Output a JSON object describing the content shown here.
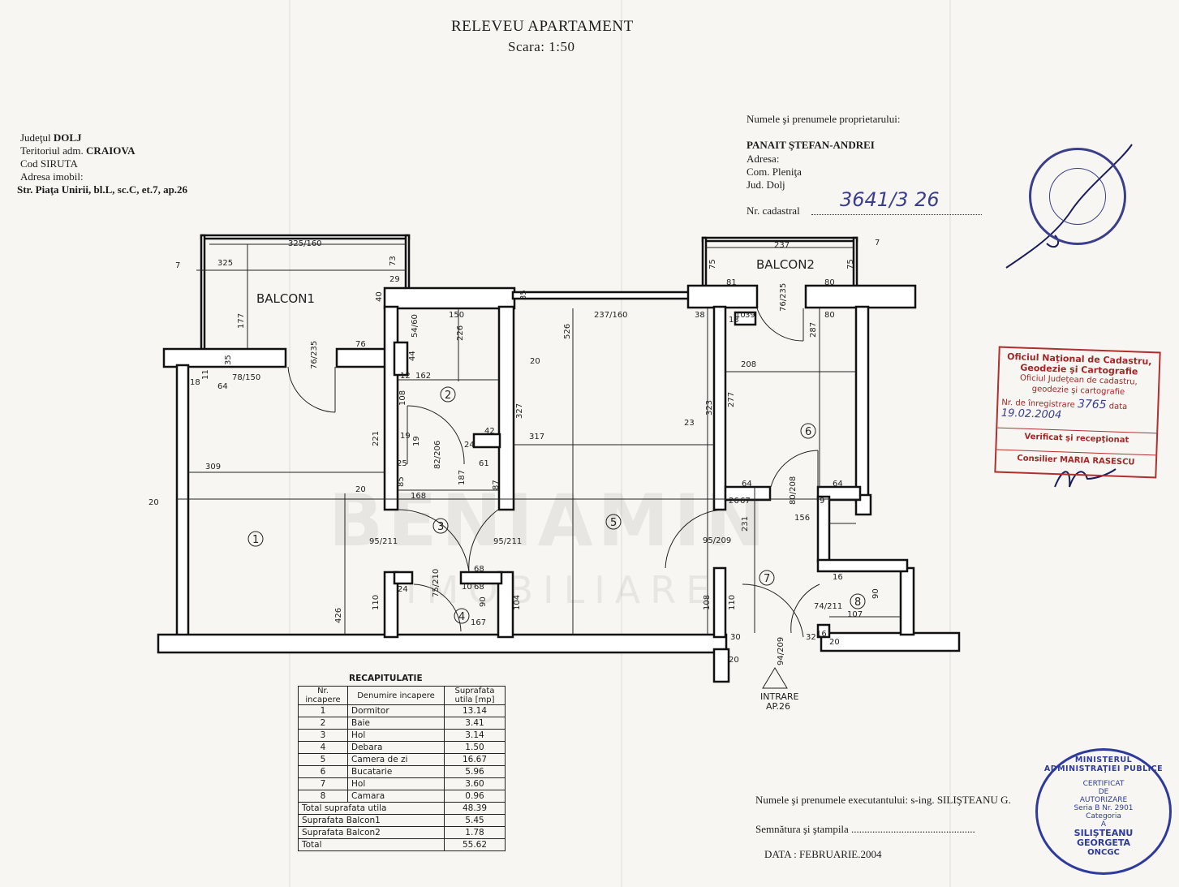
{
  "header": {
    "title": "RELEVEU APARTAMENT",
    "scale": "Scara:  1:50"
  },
  "location": {
    "judet_label": "Judeţul",
    "judet": "DOLJ",
    "teritoriu_label": "Teritoriul adm.",
    "teritoriu": "CRAIOVA",
    "siruta": "Cod SIRUTA",
    "adresa_label": "Adresa imobil:",
    "adresa": "Str. Piaţa Unirii, bl.L, sc.C, et.7, ap.26"
  },
  "owner": {
    "label": "Numele şi prenumele proprietarului:",
    "name": "PANAIT ŞTEFAN-ANDREI",
    "adresa": "Adresa:",
    "com": "Com. Pleniţa",
    "jud": "Jud. Dolj",
    "cadastral_label": "Nr. cadastral",
    "cadastral_value": "3641/3 26"
  },
  "plan": {
    "balcon1": "BALCON1",
    "balcon2": "BALCON2",
    "intrare": "INTRARE",
    "intrare_ap": "AP.26",
    "rooms": [
      "1",
      "2",
      "3",
      "4",
      "5",
      "6",
      "7",
      "8"
    ],
    "dims": {
      "d325_160": "325/160",
      "d7a": "7",
      "d325": "325",
      "d73": "73",
      "d29": "29",
      "d40": "40",
      "d35a": "35",
      "d177": "177",
      "d76_235a": "76/235",
      "d76": "76",
      "d35b": "35",
      "d78_150": "78/150",
      "d64a": "64",
      "d18": "18",
      "d11": "11",
      "d54_60": "54/60",
      "d150": "150",
      "d226": "226",
      "d44": "44",
      "d12": "12",
      "d162": "162",
      "d108a": "108",
      "d19a": "19",
      "d19b": "19",
      "d82_206": "82/206",
      "d24a": "24",
      "d42": "42",
      "d221": "221",
      "d309": "309",
      "d20a": "20",
      "d25": "25",
      "d61": "61",
      "d187": "187",
      "d85": "85",
      "d87": "87",
      "d168": "168",
      "d20b": "20",
      "d95_211a": "95/211",
      "d95_211b": "95/211",
      "d75_210": "75/210",
      "d68a": "68",
      "d68b": "68",
      "d10": "10",
      "d24b": "24",
      "d90a": "90",
      "d167": "167",
      "d110a": "110",
      "d104": "104",
      "d426": "426",
      "d35c": "35",
      "d237_160": "237/160",
      "d526": "526",
      "d20c": "20",
      "d327": "327",
      "d317": "317",
      "d23": "23",
      "d323": "323",
      "d38": "38",
      "d108b": "108",
      "d110b": "110",
      "d30": "30",
      "d20d": "20",
      "d237": "237",
      "d7b": "7",
      "d75a": "75",
      "d75b": "75",
      "d81": "81",
      "d76_235b": "76/235",
      "d80a": "80",
      "d80b": "80",
      "d10_39": "10",
      "d39": "39",
      "d13": "13",
      "d287": "287",
      "d208": "208",
      "d277": "277",
      "d64b": "64",
      "d64c": "64",
      "d26": "26",
      "d67": "67",
      "d80_208": "80/208",
      "d231": "231",
      "d156": "156",
      "d9": "9",
      "d95_209": "95/209",
      "d16a": "16",
      "d90b": "90",
      "d74_211": "74/211",
      "d107": "107",
      "d94_209": "94/209",
      "d32": "32",
      "d16b": "16",
      "d20e": "20"
    }
  },
  "recap": {
    "title": "RECAPITULATIE",
    "headers": [
      "Nr. incapere",
      "Denumire incapere",
      "Suprafata utila [mp]"
    ],
    "rows": [
      {
        "nr": "1",
        "name": "Dormitor",
        "area": "13.14"
      },
      {
        "nr": "2",
        "name": "Baie",
        "area": "3.41"
      },
      {
        "nr": "3",
        "name": "Hol",
        "area": "3.14"
      },
      {
        "nr": "4",
        "name": "Debara",
        "area": "1.50"
      },
      {
        "nr": "5",
        "name": "Camera de zi",
        "area": "16.67"
      },
      {
        "nr": "6",
        "name": "Bucatarie",
        "area": "5.96"
      },
      {
        "nr": "7",
        "name": "Hol",
        "area": "3.60"
      },
      {
        "nr": "8",
        "name": "Camara",
        "area": "0.96"
      }
    ],
    "totals": [
      {
        "label": "Total suprafata utila",
        "area": "48.39"
      },
      {
        "label": "Suprafata Balcon1",
        "area": "5.45"
      },
      {
        "label": "Suprafata Balcon2",
        "area": "1.78"
      },
      {
        "label": "Total",
        "area": "55.62"
      }
    ]
  },
  "executor": {
    "label": "Numele şi prenumele executantului: s-ing. SILIŞTEANU  G.",
    "semnatura": "Semnătura şi ştampila ...............................................",
    "data": "DATA : FEBRUARIE.2004"
  },
  "stamp_ocpi": {
    "l1": "Oficiul Naţional de Cadastru,",
    "l2": "Geodezie şi Cartografie",
    "l3": "Oficiul Judeţean de cadastru,",
    "l4": "geodezie şi cartografie",
    "l5": "Nr. de înregistrare",
    "nr": "3765",
    "data_label": "data",
    "data": "19.02.2004",
    "l6": "Verificat şi recepţionat",
    "l7": "Consilier MARIA RASESCU"
  },
  "stamp_minister": {
    "ring": "MINISTERUL ADMINISTRAŢIEI PUBLICE",
    "l1": "CERTIFICAT",
    "l2": "DE",
    "l3": "AUTORIZARE",
    "l4": "Seria B Nr. 2901",
    "l5": "Categoria",
    "l6": "A",
    "l7": "SILIŞTEANU",
    "l8": "GEORGETA",
    "l9": "ONCGC"
  },
  "watermark": {
    "main": "BENIAMIN",
    "sub": "IMOBILIARE"
  },
  "colors": {
    "stamp_red": "#b03030",
    "stamp_blue": "#3b3f8a"
  }
}
